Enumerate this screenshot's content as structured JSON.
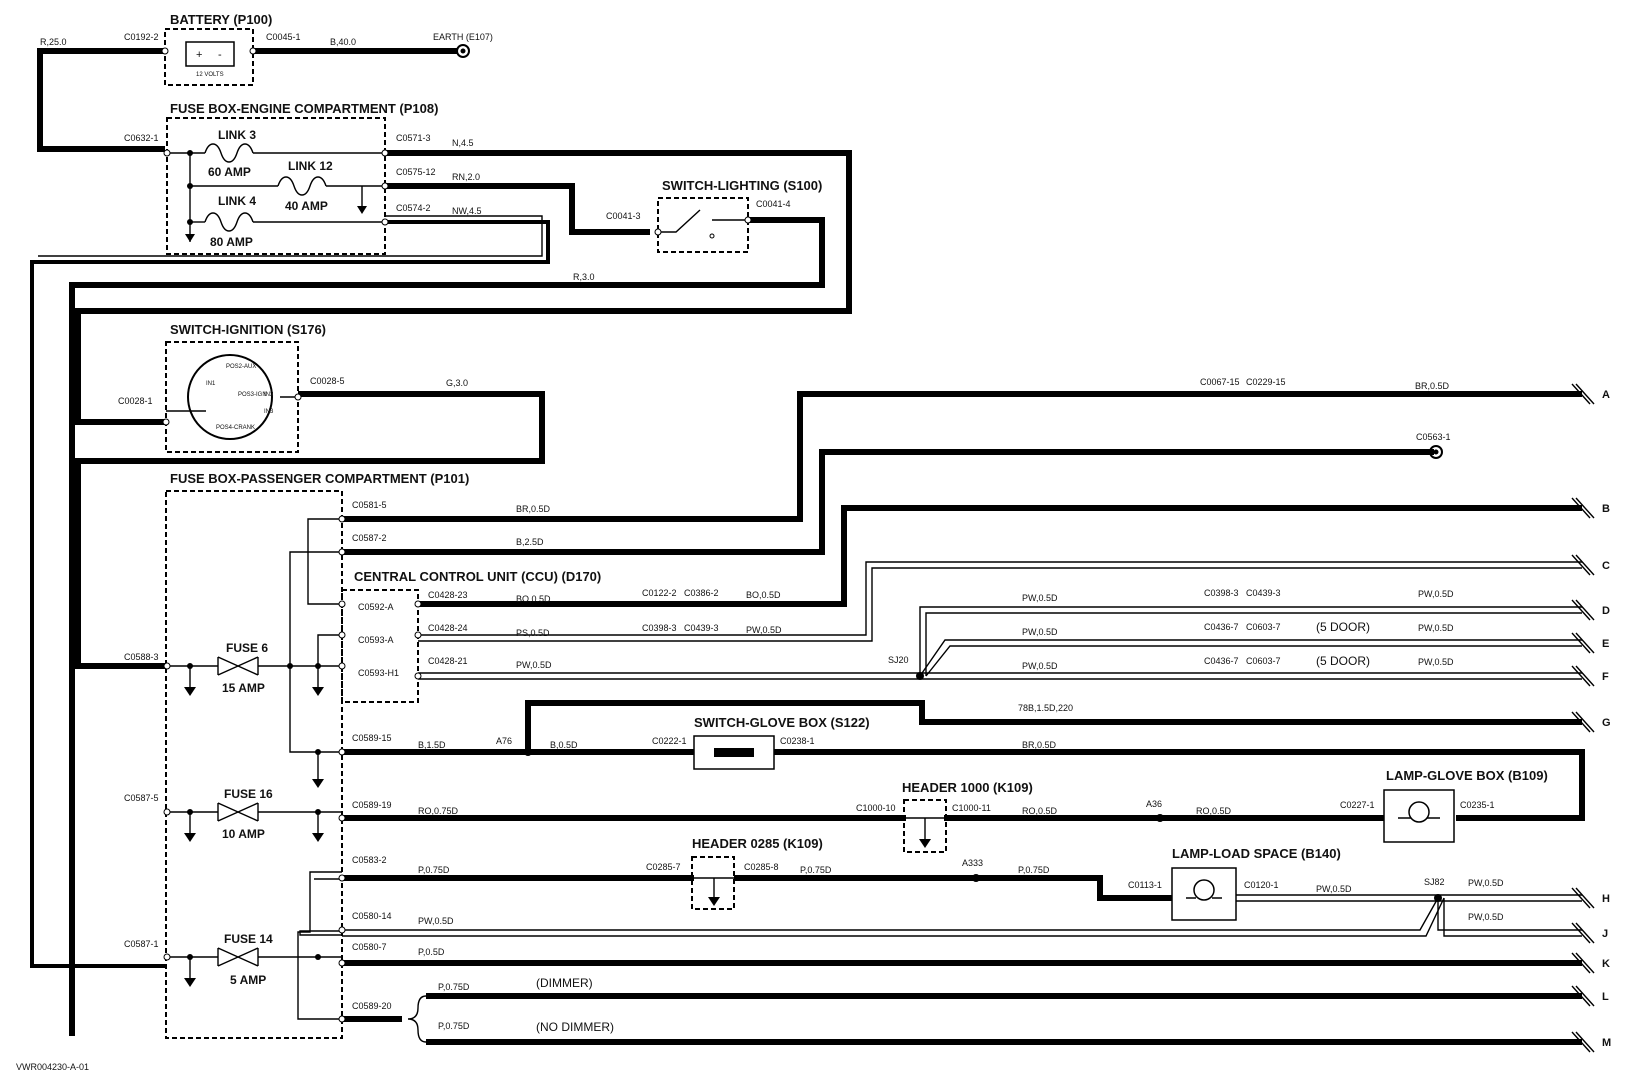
{
  "components": {
    "battery": "BATTERY (P100)",
    "battery_rating": "12 VOLTS",
    "fuse_box_engine": "FUSE BOX-ENGINE COMPARTMENT (P108)",
    "switch_lighting": "SWITCH-LIGHTING (S100)",
    "switch_ignition": "SWITCH-IGNITION (S176)",
    "fuse_box_passenger": "FUSE BOX-PASSENGER COMPARTMENT (P101)",
    "ccu": "CENTRAL CONTROL UNIT (CCU) (D170)",
    "switch_glove_box": "SWITCH-GLOVE BOX (S122)",
    "header_1000": "HEADER 1000 (K109)",
    "header_0285": "HEADER 0285 (K109)",
    "lamp_glove_box": "LAMP-GLOVE BOX (B109)",
    "lamp_load_space": "LAMP-LOAD SPACE (B140)",
    "earth": "EARTH (E107)"
  },
  "ignition_positions": [
    "POS2-AUX",
    "IN1",
    "POS3-IGN",
    "IN2",
    "POS4-CRANK",
    "IN3"
  ],
  "fuses": {
    "link3": {
      "name": "LINK 3",
      "rating": "60 AMP"
    },
    "link12": {
      "name": "LINK 12",
      "rating": "40 AMP"
    },
    "link4": {
      "name": "LINK 4",
      "rating": "80 AMP"
    },
    "fuse6": {
      "name": "FUSE 6",
      "rating": "15 AMP"
    },
    "fuse16": {
      "name": "FUSE 16",
      "rating": "10 AMP"
    },
    "fuse14": {
      "name": "FUSE 14",
      "rating": "5 AMP"
    }
  },
  "connectors": {
    "c0192_2": "C0192-2",
    "c0045_1": "C0045-1",
    "c0632_1": "C0632-1",
    "c0571_3": "C0571-3",
    "c0575_12": "C0575-12",
    "c0574_2": "C0574-2",
    "c0041_3": "C0041-3",
    "c0041_4": "C0041-4",
    "c0028_1": "C0028-1",
    "c0028_5": "C0028-5",
    "c0067_15": "C0067-15",
    "c0229_15": "C0229-15",
    "c0563_1": "C0563-1",
    "c0581_5": "C0581-5",
    "c0587_2": "C0587-2",
    "c0592_a": "C0592-A",
    "c0593_a": "C0593-A",
    "c0593_h1": "C0593-H1",
    "c0428_23": "C0428-23",
    "c0428_24": "C0428-24",
    "c0428_21": "C0428-21",
    "c0122_2": "C0122-2",
    "c0386_2": "C0386-2",
    "c0398_3a": "C0398-3",
    "c0439_3a": "C0439-3",
    "c0398_3b": "C0398-3",
    "c0439_3b": "C0439-3",
    "c0436_7a": "C0436-7",
    "c0603_7a": "C0603-7",
    "c0436_7b": "C0436-7",
    "c0603_7b": "C0603-7",
    "c0588_3": "C0588-3",
    "c0587_5": "C0587-5",
    "c0587_1": "C0587-1",
    "c0589_15": "C0589-15",
    "c0222_1": "C0222-1",
    "c0238_1": "C0238-1",
    "c0589_19": "C0589-19",
    "c1000_10": "C1000-10",
    "c1000_11": "C1000-11",
    "c0227_1": "C0227-1",
    "c0235_1": "C0235-1",
    "c0583_2": "C0583-2",
    "c0285_7": "C0285-7",
    "c0285_8": "C0285-8",
    "c0113_1": "C0113-1",
    "c0120_1": "C0120-1",
    "c0580_14": "C0580-14",
    "c0580_7": "C0580-7",
    "c0589_20": "C0589-20"
  },
  "wires": {
    "r25": "R,25.0",
    "b40": "B,40.0",
    "n45": "N,4.5",
    "rn20": "RN,2.0",
    "nw45": "NW,4.5",
    "r30": "R,3.0",
    "g30": "G,3.0",
    "br05d_a": "BR,0.5D",
    "br05d_1": "BR,0.5D",
    "b25d": "B,2.5D",
    "bo05d_1": "BO,0.5D",
    "bo05d_2": "BO,0.5D",
    "ps05d": "PS,0.5D",
    "pw05d_e1": "PW,0.5D",
    "pw05d_f1": "PW,0.5D",
    "pw05d_d1": "PW,0.5D",
    "pw05d_d2": "PW,0.5D",
    "pw05d_e2": "PW,0.5D",
    "pw05d_e3": "PW,0.5D",
    "pw05d_f2": "PW,0.5D",
    "pw05d_f3": "PW,0.5D",
    "g_multi": "78B,1.5D,220",
    "b15d": "B,1.5D",
    "b05d": "B,0.5D",
    "br05d_2": "BR,0.5D",
    "ro075d": "RO,0.75D",
    "ro05d_1": "RO,0.5D",
    "ro05d_2": "RO,0.5D",
    "p075d_1": "P,0.75D",
    "p075d_2": "P,0.75D",
    "p075d_3": "P,0.75D",
    "pw05d_h1": "PW,0.5D",
    "pw05d_h2": "PW,0.5D",
    "pw05d_j1": "PW,0.5D",
    "pw05d_j2": "PW,0.5D",
    "p05d": "P,0.5D",
    "p075d_l": "P,0.75D",
    "p075d_m": "P,0.75D"
  },
  "splices": {
    "sj20": "SJ20",
    "sj82": "SJ82",
    "a76": "A76",
    "a36": "A36",
    "a333": "A333"
  },
  "notes": {
    "five_door_1": "(5 DOOR)",
    "five_door_2": "(5 DOOR)",
    "dimmer": "(DIMMER)",
    "no_dimmer": "(NO DIMMER)"
  },
  "ends": [
    "A",
    "B",
    "C",
    "D",
    "E",
    "F",
    "G",
    "H",
    "J",
    "K",
    "L",
    "M"
  ],
  "reference": "VWR004230-A-01"
}
